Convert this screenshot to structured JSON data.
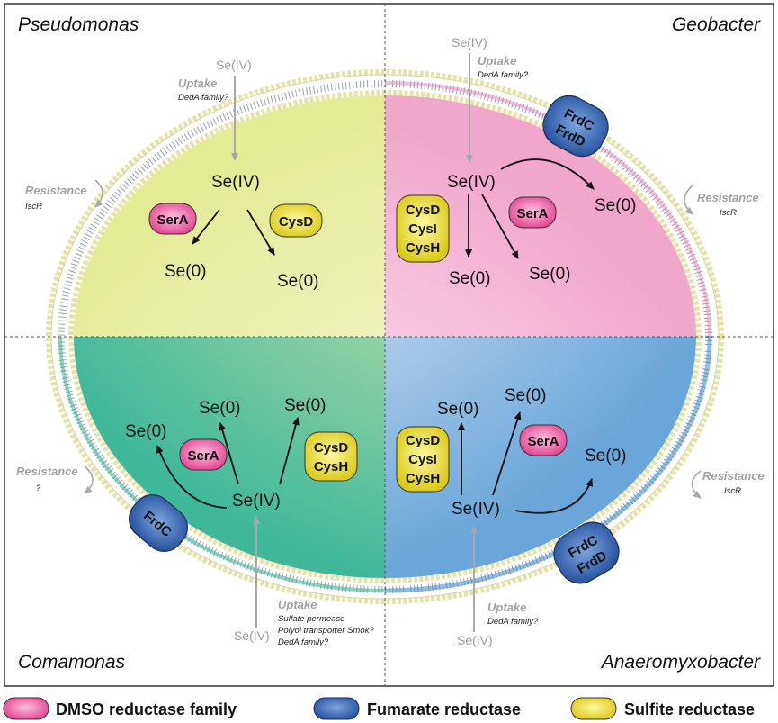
{
  "quadrants": {
    "pseudomonas": {
      "name": "Pseudomonas",
      "se_in": "Se(IV)",
      "uptake": "Uptake",
      "uptake_detail": "DedA family?",
      "resistance": "Resistance",
      "resistance_detail": "IscR",
      "center": "Se(IV)",
      "product_a": "Se(0)",
      "product_b": "Se(0)",
      "enzyme_a": "SerA",
      "enzyme_b": "CysD"
    },
    "geobacter": {
      "name": "Geobacter",
      "se_in": "Se(IV)",
      "uptake": "Uptake",
      "uptake_detail": "DedA family?",
      "resistance": "Resistance",
      "resistance_detail": "IscR",
      "center": "Se(IV)",
      "product_a": "Se(0)",
      "product_b": "Se(0)",
      "product_c": "Se(0)",
      "enzyme_serA": "SerA",
      "sulfite_1": "CysD",
      "sulfite_2": "CysI",
      "sulfite_3": "CysH",
      "frd_1": "FrdC",
      "frd_2": "FrdD"
    },
    "comamonas": {
      "name": "Comamonas",
      "se_in": "Se(IV)",
      "uptake": "Uptake",
      "uptake_detail_1": "Sulfate permease",
      "uptake_detail_2": "Polyol transporter Smok?",
      "uptake_detail_3": "DedA family?",
      "resistance": "Resistance",
      "resistance_detail": "?",
      "center": "Se(IV)",
      "product_a": "Se(0)",
      "product_b": "Se(0)",
      "product_c": "Se(0)",
      "enzyme_serA": "SerA",
      "sulfite_1": "CysD",
      "sulfite_2": "CysH",
      "frd_1": "FrdC"
    },
    "anaeromyxobacter": {
      "name": "Anaeromyxobacter",
      "se_in": "Se(IV)",
      "uptake": "Uptake",
      "uptake_detail": "DedA family?",
      "resistance": "Resistance",
      "resistance_detail": "IscR",
      "center": "Se(IV)",
      "product_a": "Se(0)",
      "product_b": "Se(0)",
      "product_c": "Se(0)",
      "enzyme_serA": "SerA",
      "sulfite_1": "CysD",
      "sulfite_2": "CysI",
      "sulfite_3": "CysH",
      "frd_1": "FrdC",
      "frd_2": "FrdD"
    }
  },
  "legend": {
    "dmso": "DMSO reductase family",
    "fumarate": "Fumarate reductase",
    "sulfite": "Sulfite reductase"
  },
  "colors": {
    "dmso": "#e8559a",
    "fumarate": "#2f5fae",
    "sulfite": "#e6d81f",
    "membrane": "#e6e2a8"
  }
}
